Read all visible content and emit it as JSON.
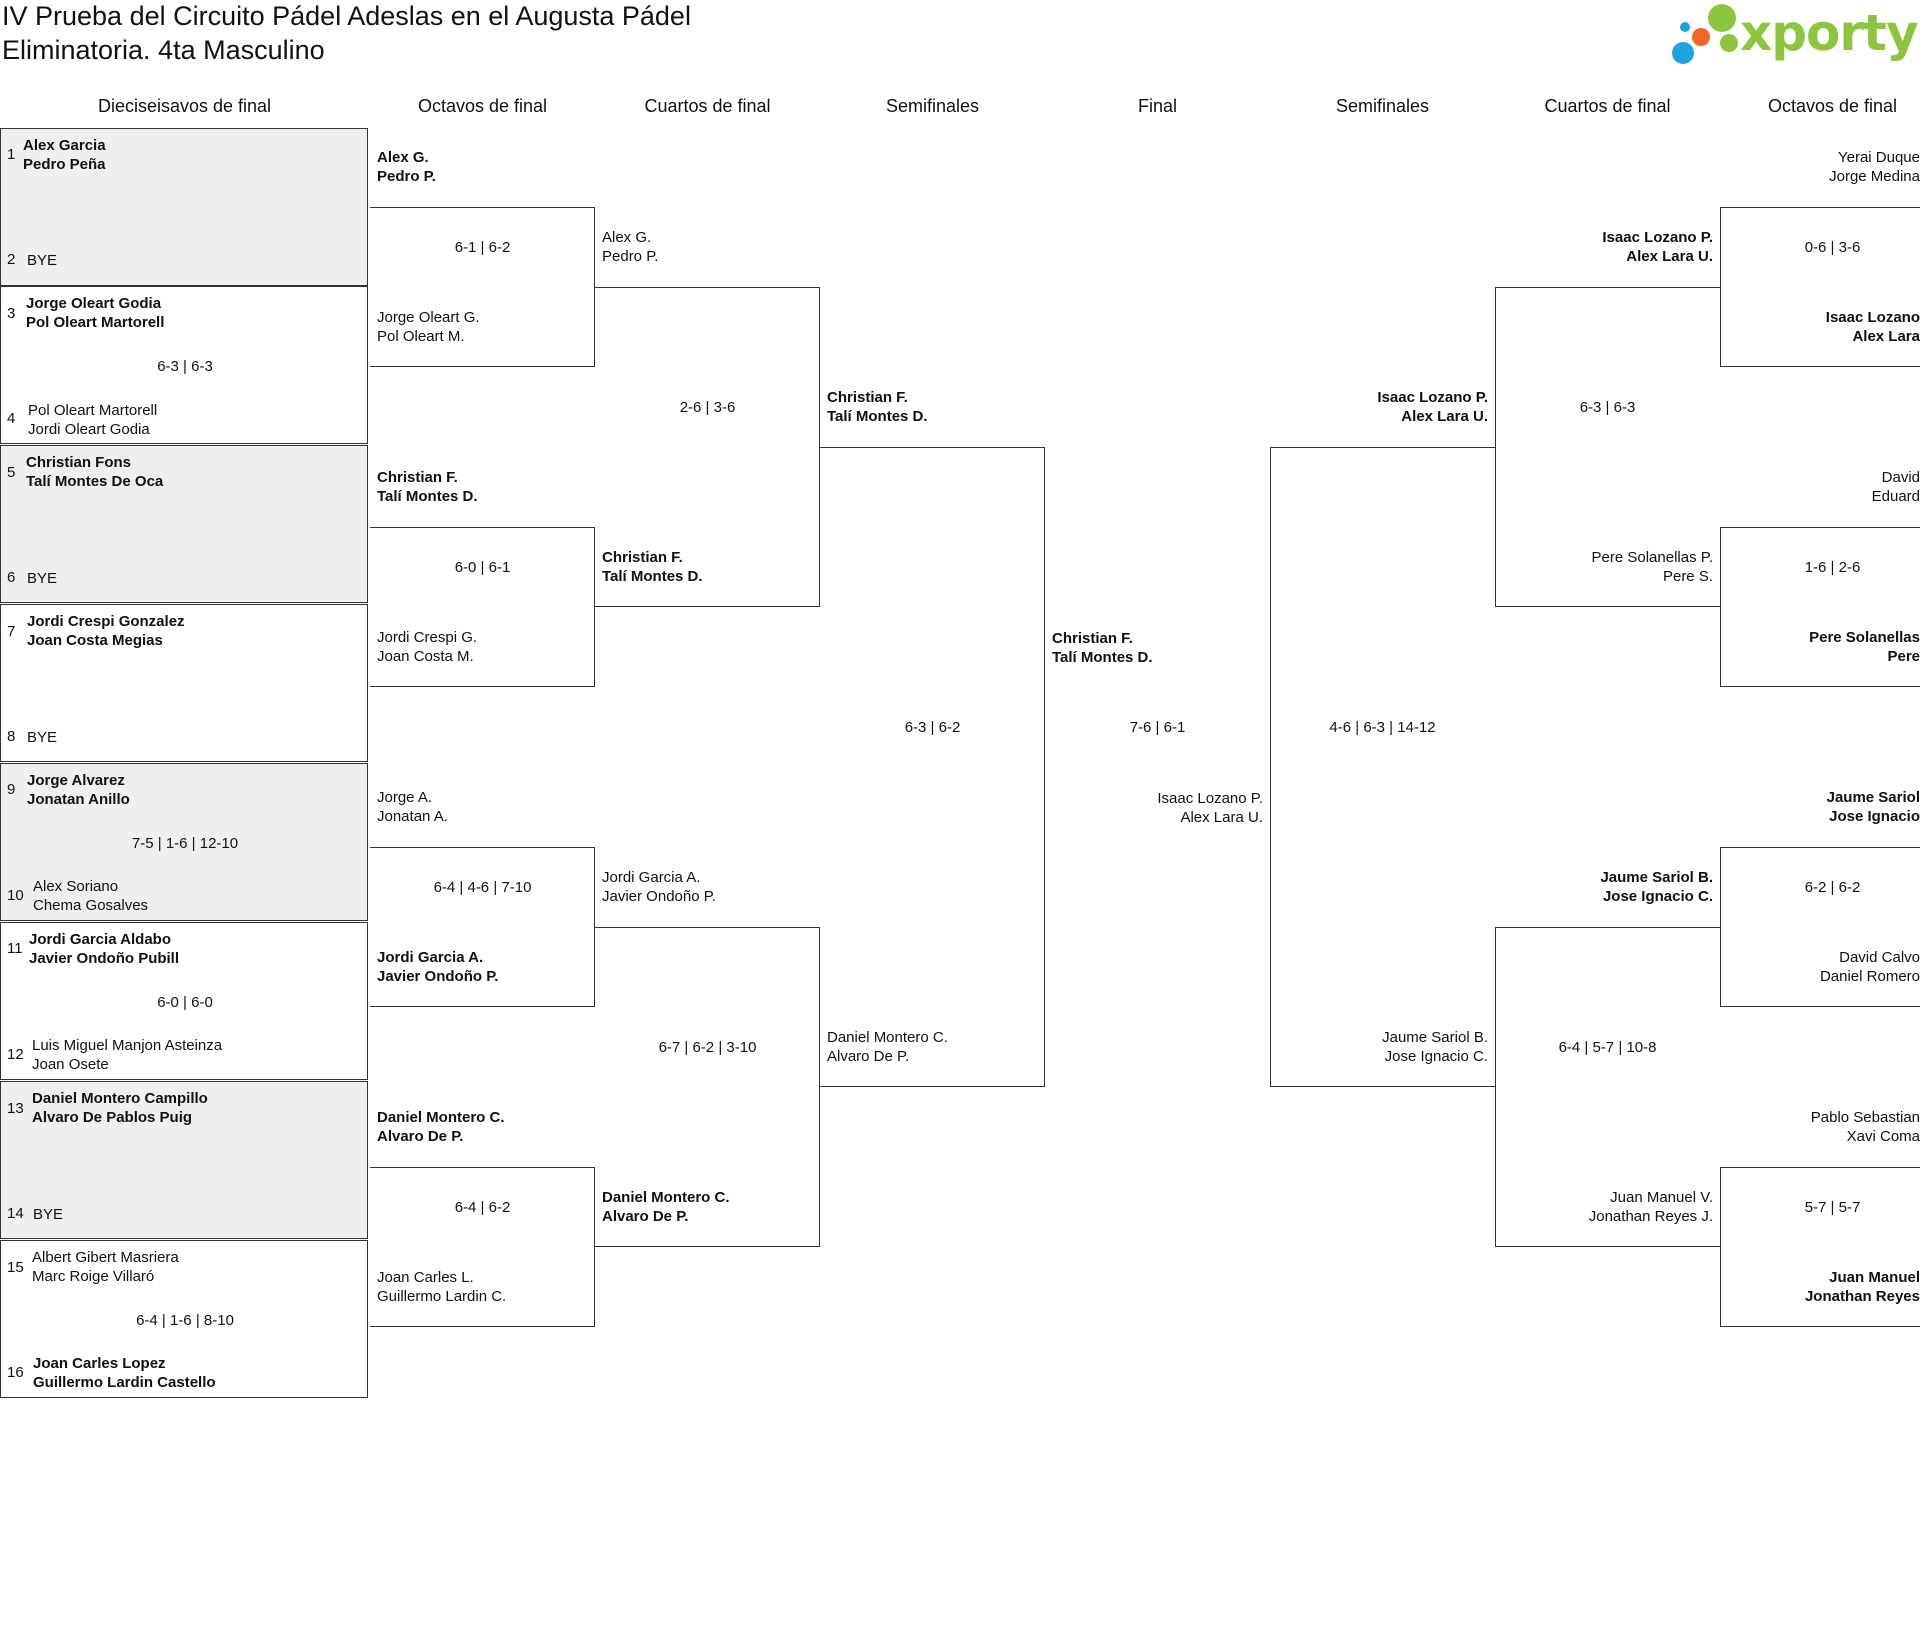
{
  "header": {
    "title_line1": "IV Prueba del Circuito Pádel Adeslas en el Augusta Pádel",
    "title_line2": "Eliminatoria. 4ta Masculino",
    "logo_text": "xporty"
  },
  "colors": {
    "accent_green": "#8cc63f",
    "dot_blue": "#1ea3e0",
    "dot_orange": "#f26522",
    "box_gray": "#efefef"
  },
  "round_headers": [
    "Dieciseisavos de final",
    "Octavos de final",
    "Cuartos de final",
    "Semifinales",
    "Final",
    "Semifinales",
    "Cuartos de final",
    "Octavos de final"
  ],
  "r16": [
    {
      "seed_a": "1",
      "a1": "Alex Garcia",
      "a2": "Pedro Peña",
      "seed_b": "2",
      "b1": "BYE",
      "b2": "",
      "score": ""
    },
    {
      "seed_a": "3",
      "a1": "Jorge Oleart Godia",
      "a2": "Pol Oleart Martorell",
      "seed_b": "4",
      "b1": "Pol Oleart Martorell",
      "b2": "Jordi Oleart Godia",
      "score": "6-3 | 6-3"
    },
    {
      "seed_a": "5",
      "a1": "Christian Fons",
      "a2": "Talí Montes De Oca",
      "seed_b": "6",
      "b1": "BYE",
      "b2": "",
      "score": ""
    },
    {
      "seed_a": "7",
      "a1": "Jordi Crespi Gonzalez",
      "a2": "Joan Costa Megias",
      "seed_b": "8",
      "b1": "BYE",
      "b2": "",
      "score": ""
    },
    {
      "seed_a": "9",
      "a1": "Jorge Alvarez",
      "a2": "Jonatan Anillo",
      "seed_b": "10",
      "b1": "Alex Soriano",
      "b2": "Chema Gosalves",
      "score": "7-5 | 1-6 | 12-10"
    },
    {
      "seed_a": "11",
      "a1": "Jordi Garcia Aldabo",
      "a2": "Javier Ondoño Pubill",
      "seed_b": "12",
      "b1": "Luis Miguel Manjon Asteinza",
      "b2": "Joan Osete",
      "score": "6-0 | 6-0"
    },
    {
      "seed_a": "13",
      "a1": "Daniel Montero Campillo",
      "a2": "Alvaro De Pablos Puig",
      "seed_b": "14",
      "b1": "BYE",
      "b2": "",
      "score": ""
    },
    {
      "seed_a": "15",
      "a1": "Albert Gibert Masriera",
      "a2": "Marc Roige Villaró",
      "seed_b": "16",
      "b1": "Joan Carles Lopez",
      "b2": "Guillermo Lardin Castello",
      "score": "6-4 | 1-6 | 8-10"
    }
  ],
  "left_octavos": [
    {
      "a1": "Alex G.",
      "a2": "Pedro P.",
      "b1": "Jorge Oleart G.",
      "b2": "Pol Oleart M.",
      "score": "6-1 | 6-2"
    },
    {
      "a1": "Christian F.",
      "a2": "Talí Montes D.",
      "b1": "Jordi Crespi G.",
      "b2": "Joan Costa M.",
      "score": "6-0 | 6-1"
    },
    {
      "a1": "Jorge A.",
      "a2": "Jonatan A.",
      "b1": "Jordi Garcia A.",
      "b2": "Javier Ondoño P.",
      "score": "6-4 | 4-6 | 7-10"
    },
    {
      "a1": "Daniel Montero C.",
      "a2": "Alvaro De P.",
      "b1": "Joan Carles L.",
      "b2": "Guillermo Lardin C.",
      "score": "6-4 | 6-2"
    }
  ],
  "left_cuartos": [
    {
      "a1": "Alex G.",
      "a2": "Pedro P.",
      "b1": "Christian F.",
      "b2": "Talí Montes D.",
      "score": "2-6 | 3-6"
    },
    {
      "a1": "Jordi Garcia A.",
      "a2": "Javier Ondoño P.",
      "b1": "Daniel Montero C.",
      "b2": "Alvaro De P.",
      "score": "6-7 | 6-2 | 3-10"
    }
  ],
  "left_semi": {
    "a1": "Christian F.",
    "a2": "Talí Montes D.",
    "b1": "Daniel Montero C.",
    "b2": "Alvaro De P.",
    "score": "6-3 | 6-2"
  },
  "final": {
    "a1": "Christian F.",
    "a2": "Talí Montes D.",
    "b1": "Isaac Lozano P.",
    "b2": "Alex Lara U.",
    "score": "7-6 | 6-1"
  },
  "right_semi": {
    "a1": "Isaac Lozano P.",
    "a2": "Alex Lara U.",
    "b1": "Jaume Sariol B.",
    "b2": "Jose Ignacio C.",
    "score": "4-6 | 6-3 | 14-12"
  },
  "right_cuartos": [
    {
      "a1": "Isaac Lozano P.",
      "a2": "Alex Lara U.",
      "b1": "Pere Solanellas P.",
      "b2": "Pere S.",
      "score": "6-3 | 6-3"
    },
    {
      "a1": "Jaume Sariol B.",
      "a2": "Jose Ignacio C.",
      "b1": "Juan Manuel V.",
      "b2": "Jonathan Reyes J.",
      "score": "6-4 | 5-7 | 10-8"
    }
  ],
  "right_octavos": [
    {
      "a1": "Yerai Duque",
      "a2": "Jorge Medina",
      "b1": "Isaac Lozano",
      "b2": "Alex Lara",
      "score": "0-6 | 3-6"
    },
    {
      "a1": "David",
      "a2": "Eduard",
      "b1": "Pere Solanellas",
      "b2": "Pere",
      "score": "1-6 | 2-6"
    },
    {
      "a1": "Jaume Sariol",
      "a2": "Jose Ignacio",
      "b1": "David Calvo",
      "b2": "Daniel Romero",
      "score": "6-2 | 6-2"
    },
    {
      "a1": "Pablo Sebastian",
      "a2": "Xavi Coma",
      "b1": "Juan Manuel",
      "b2": "Jonathan Reyes",
      "score": "5-7 | 5-7"
    }
  ]
}
